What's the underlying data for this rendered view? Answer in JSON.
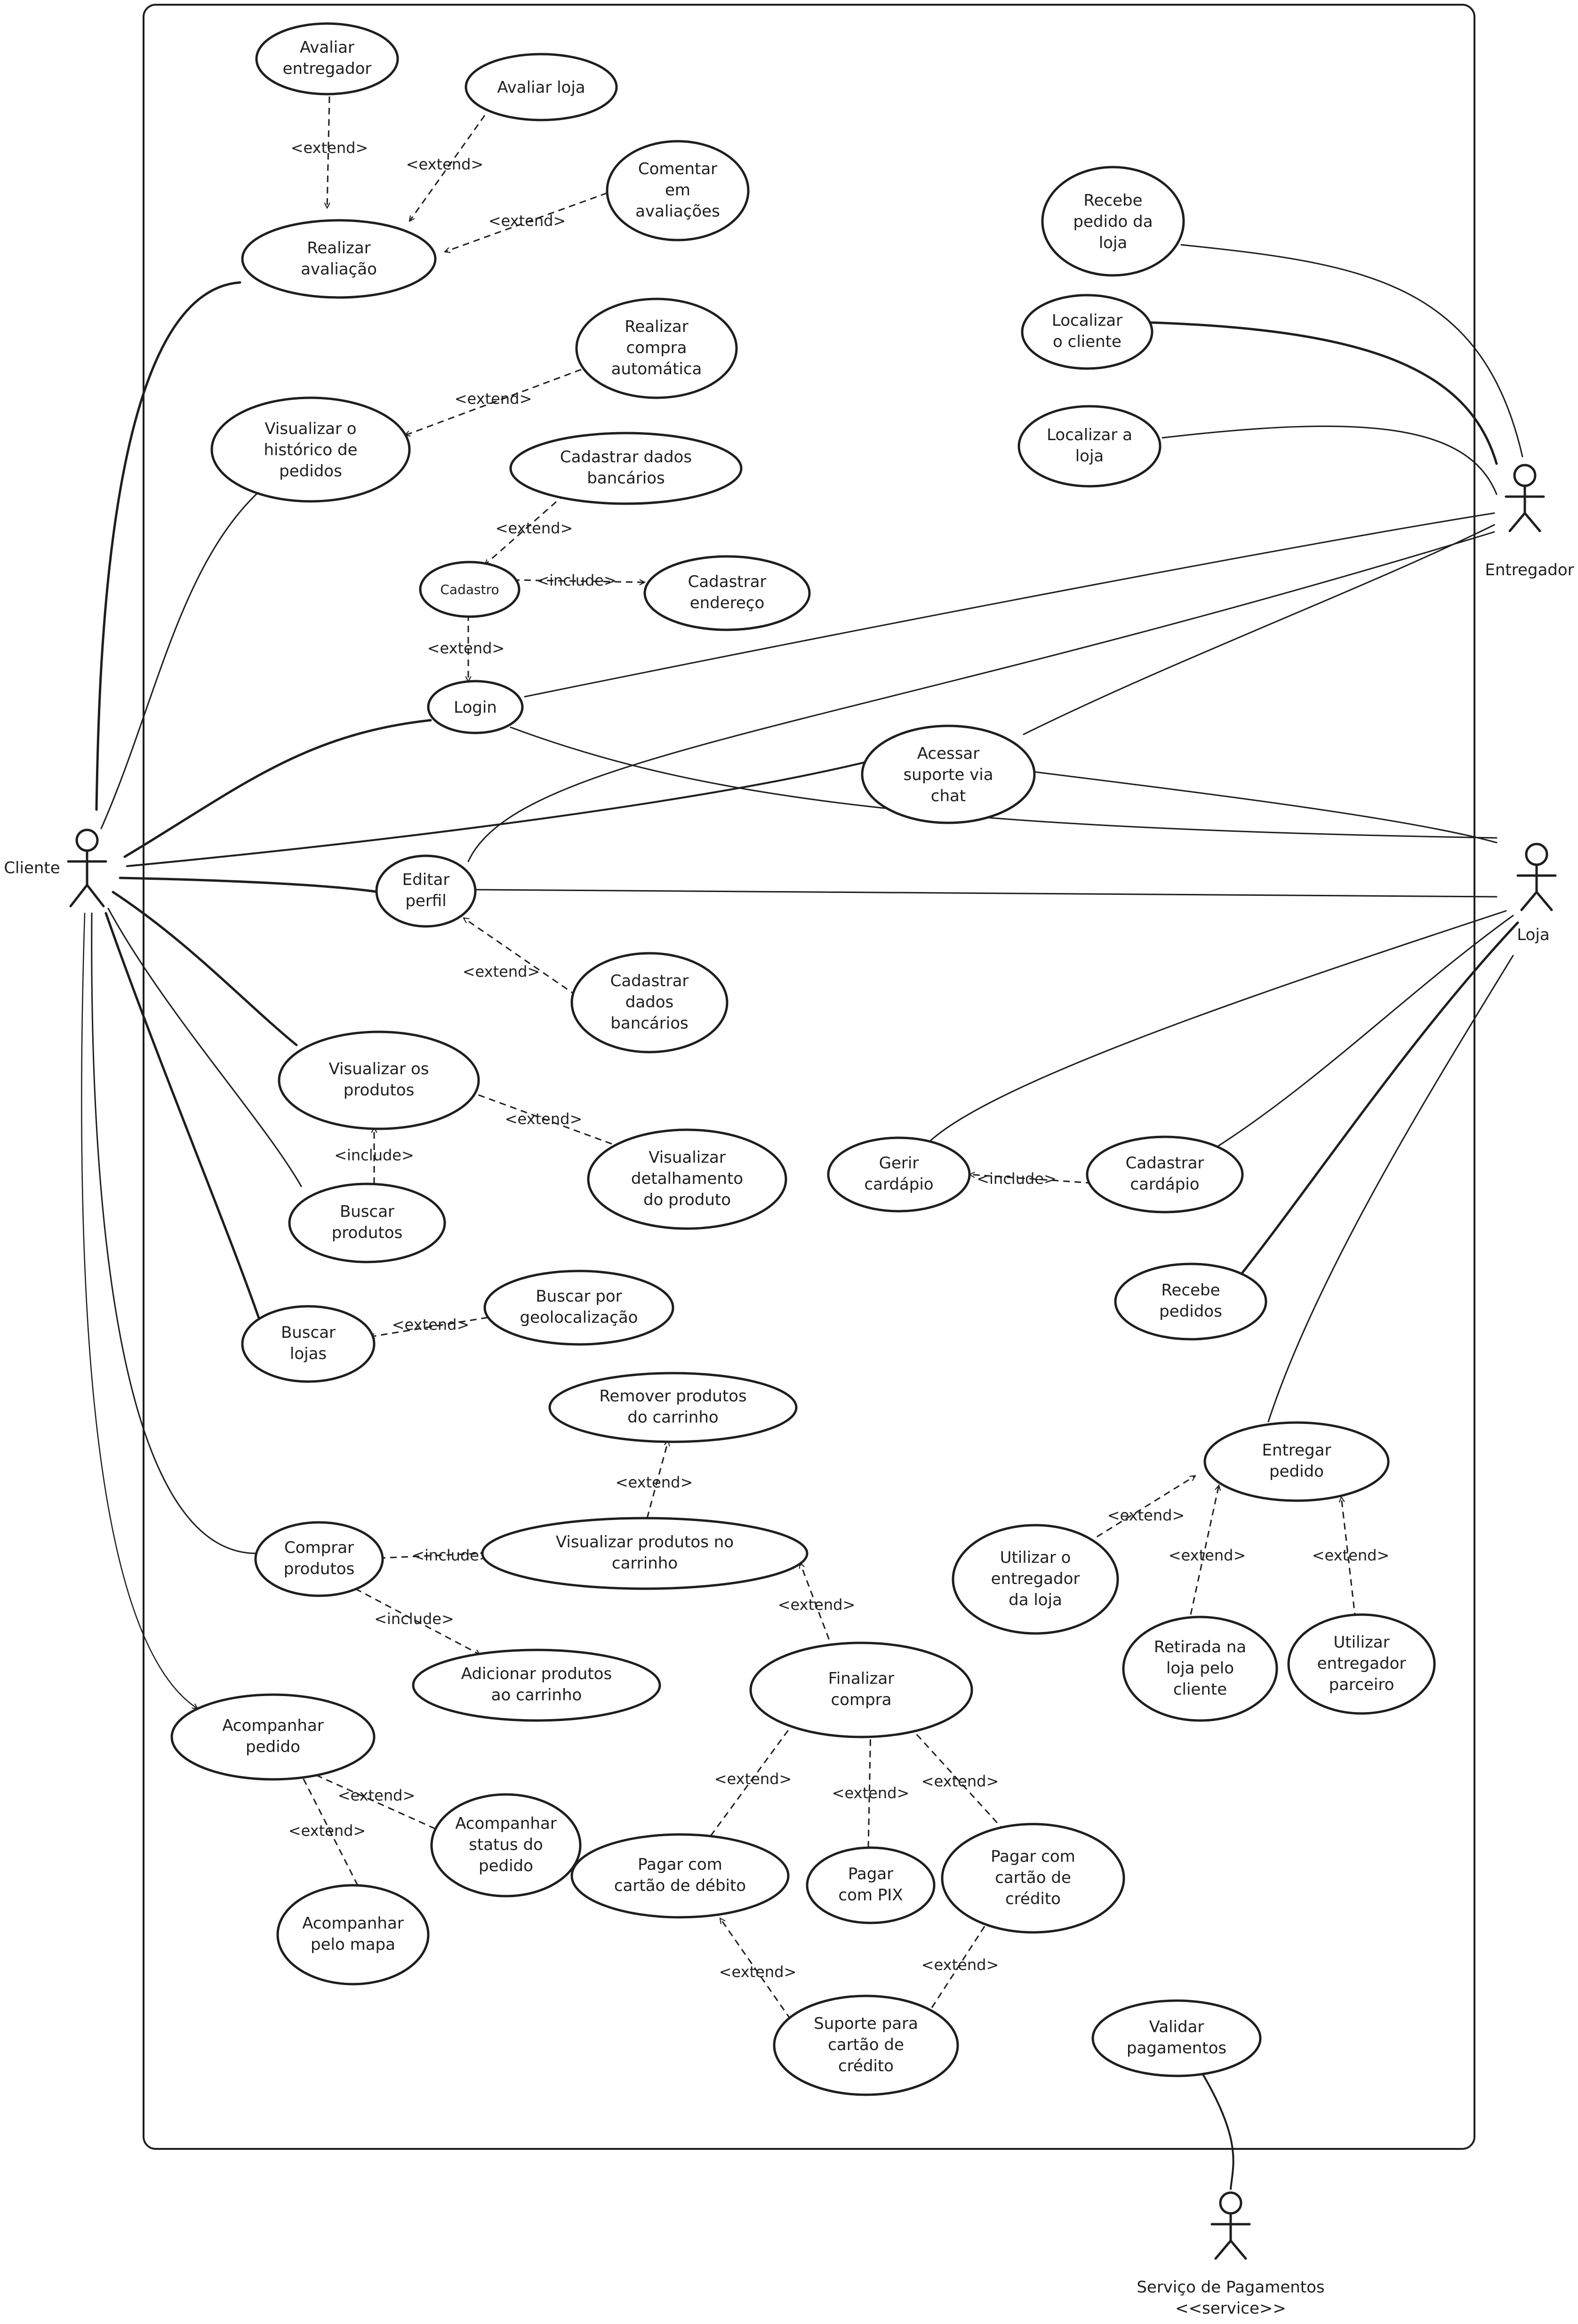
{
  "actors": {
    "cliente": "Cliente",
    "entregador": "Entregador",
    "loja": "Loja",
    "servico_pagamentos": "Serviço de Pagamentos",
    "servico_pagamentos_stereotype": "<<service>>"
  },
  "use_cases": {
    "avaliar_entregador": [
      "Avaliar",
      "entregador"
    ],
    "avaliar_loja": [
      "Avaliar loja"
    ],
    "comentar_avaliacoes": [
      "Comentar",
      "em",
      "avaliações"
    ],
    "realizar_avaliacao": [
      "Realizar",
      "avaliação"
    ],
    "recebe_pedido_loja": [
      "Recebe",
      "pedido da",
      "loja"
    ],
    "localizar_cliente": [
      "Localizar",
      "o cliente"
    ],
    "localizar_loja": [
      "Localizar a",
      "loja"
    ],
    "realizar_compra_automatica": [
      "Realizar",
      "compra",
      "automática"
    ],
    "visualizar_historico": [
      "Visualizar o",
      "histórico de",
      "pedidos"
    ],
    "cadastrar_dados_bancarios_top": [
      "Cadastrar dados",
      "bancários"
    ],
    "cadastro": [
      "Cadastro"
    ],
    "cadastrar_endereco": [
      "Cadastrar",
      "endereço"
    ],
    "login": [
      "Login"
    ],
    "acessar_suporte": [
      "Acessar",
      "suporte via",
      "chat"
    ],
    "editar_perfil": [
      "Editar",
      "perfil"
    ],
    "cadastrar_dados_bancarios_mid": [
      "Cadastrar",
      "dados",
      "bancários"
    ],
    "visualizar_produtos": [
      "Visualizar os",
      "produtos"
    ],
    "visualizar_detalhamento": [
      "Visualizar",
      "detalhamento",
      "do produto"
    ],
    "buscar_produtos": [
      "Buscar",
      "produtos"
    ],
    "gerir_cardapio": [
      "Gerir",
      "cardápio"
    ],
    "cadastrar_cardapio": [
      "Cadastrar",
      "cardápio"
    ],
    "recebe_pedidos": [
      "Recebe",
      "pedidos"
    ],
    "buscar_lojas": [
      "Buscar",
      "lojas"
    ],
    "buscar_geolocalizacao": [
      "Buscar por",
      "geolocalização"
    ],
    "remover_produtos": [
      "Remover produtos",
      "do carrinho"
    ],
    "entregar_pedido": [
      "Entregar",
      "pedido"
    ],
    "comprar_produtos": [
      "Comprar",
      "produtos"
    ],
    "visualizar_carrinho": [
      "Visualizar produtos no",
      "carrinho"
    ],
    "utilizar_entregador_loja": [
      "Utilizar o",
      "entregador",
      "da loja"
    ],
    "adicionar_produtos": [
      "Adicionar produtos",
      "ao carrinho"
    ],
    "retirada_loja": [
      "Retirada na",
      "loja pelo",
      "cliente"
    ],
    "utilizar_entregador_parceiro": [
      "Utilizar",
      "entregador",
      "parceiro"
    ],
    "finalizar_compra": [
      "Finalizar",
      "compra"
    ],
    "acompanhar_pedido": [
      "Acompanhar",
      "pedido"
    ],
    "acompanhar_status": [
      "Acompanhar",
      "status do",
      "pedido"
    ],
    "pagar_debito": [
      "Pagar com",
      "cartão de débito"
    ],
    "pagar_pix": [
      "Pagar",
      "com PIX"
    ],
    "pagar_credito": [
      "Pagar com",
      "cartão de",
      "crédito"
    ],
    "acompanhar_mapa": [
      "Acompanhar",
      "pelo mapa"
    ],
    "suporte_credito": [
      "Suporte para",
      "cartão de",
      "crédito"
    ],
    "validar_pagamentos": [
      "Validar",
      "pagamentos"
    ]
  },
  "relations": {
    "extend": "<extend>",
    "include": "<include>"
  }
}
